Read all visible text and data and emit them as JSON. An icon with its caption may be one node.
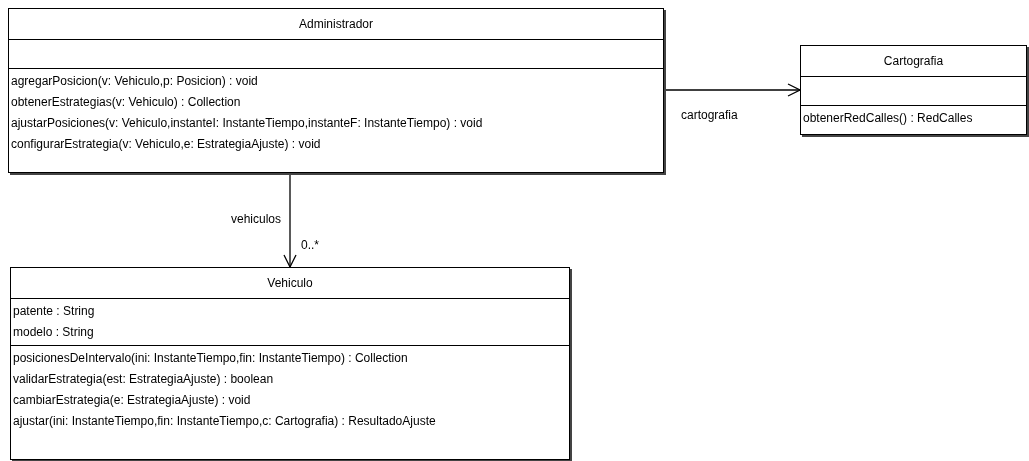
{
  "diagram": {
    "nodes": [
      {
        "text": [
          "Administrador",
          "agregarPosicion(v: Vehiculo,p: Posicion) : void",
          "obtenerEstrategias(v: Vehiculo) : Collection",
          "ajustarPosiciones(v: Vehiculo,instanteI: InstanteTiempo,instanteF: InstanteTiempo) : void",
          "configurarEstrategia(v: Vehiculo,e: EstrategiaAjuste) : void"
        ]
      },
      {
        "text": [
          "Cartografia",
          "obtenerRedCalles() : RedCalles"
        ]
      },
      {
        "text": [
          "Vehiculo",
          "patente : String",
          "modelo : String",
          "posicionesDeIntervalo(ini: InstanteTiempo,fin: InstanteTiempo) : Collection",
          "validarEstrategia(est: EstrategiaAjuste) : boolean",
          "cambiarEstrategia(e: EstrategiaAjuste) : void",
          "ajustar(ini: InstanteTiempo,fin: InstanteTiempo,c: Cartografia) : ResultadoAjuste"
        ]
      }
    ],
    "edges": [
      {
        "from": 0,
        "to": 1,
        "arrow": "to",
        "label": "cartografia"
      },
      {
        "from": 0,
        "to": 2,
        "arrow": "to",
        "label": "vehiculos"
      }
    ],
    "labels": [
      "0..*"
    ]
  }
}
